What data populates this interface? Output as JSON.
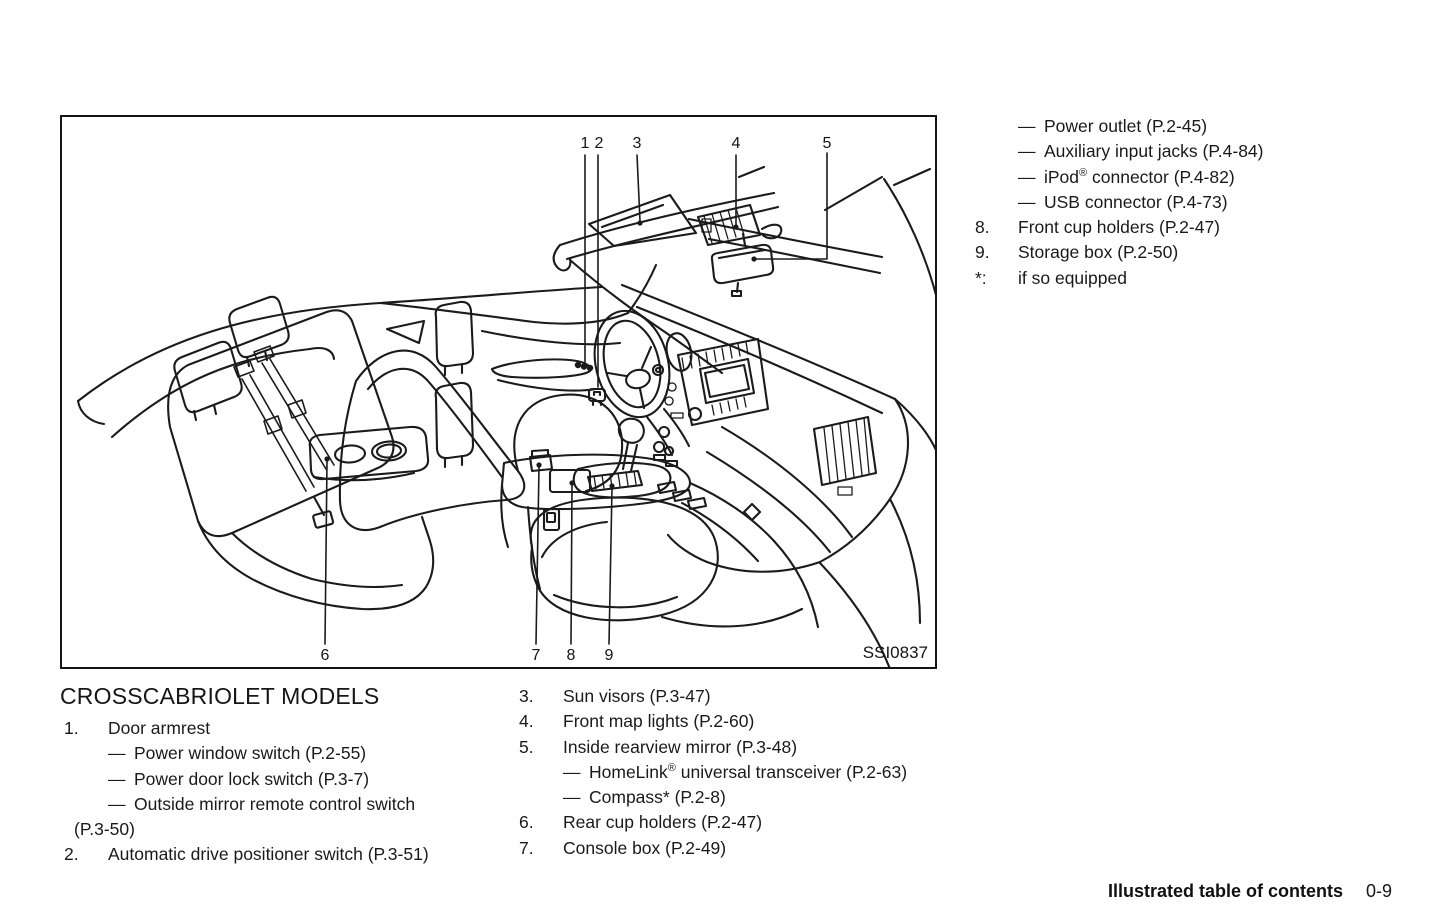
{
  "colors": {
    "background": "#ffffff",
    "ink": "#1a1a1a"
  },
  "glyphs": {
    "dash": "—"
  },
  "figure": {
    "image_code": "SSI0837",
    "callouts": [
      "1",
      "2",
      "3",
      "4",
      "5",
      "6",
      "7",
      "8",
      "9"
    ]
  },
  "sections": {
    "left": {
      "heading": "CROSSCABRIOLET MODELS",
      "items": [
        {
          "num": "1.",
          "text": "Door armrest"
        },
        {
          "dash": true,
          "text": "Power window switch (P.2-55)"
        },
        {
          "dash": true,
          "text": "Power door lock switch (P.3-7)"
        },
        {
          "dash": true,
          "text": "Outside mirror remote control switch"
        },
        {
          "cont": true,
          "text": "(P.3-50)"
        },
        {
          "num": "2.",
          "text": "Automatic drive positioner switch (P.3-51)"
        }
      ]
    },
    "middle": {
      "items": [
        {
          "num": "3.",
          "text": "Sun visors (P.3-47)"
        },
        {
          "num": "4.",
          "text": "Front map lights (P.2-60)"
        },
        {
          "num": "5.",
          "text": "Inside rearview mirror (P.3-48)"
        },
        {
          "dash": true,
          "pre": "HomeLink",
          "sup": "®",
          "post": " universal transceiver (P.2-63)"
        },
        {
          "dash": true,
          "text": "Compass* (P.2-8)"
        },
        {
          "num": "6.",
          "text": "Rear cup holders (P.2-47)"
        },
        {
          "num": "7.",
          "text": "Console box (P.2-49)"
        }
      ]
    },
    "right": {
      "items": [
        {
          "dash": true,
          "text": "Power outlet (P.2-45)"
        },
        {
          "dash": true,
          "text": "Auxiliary input jacks (P.4-84)"
        },
        {
          "dash": true,
          "pre": "iPod",
          "sup": "®",
          "post": " connector (P.4-82)"
        },
        {
          "dash": true,
          "text": "USB connector (P.4-73)"
        },
        {
          "num": "8.",
          "text": "Front cup holders (P.2-47)"
        },
        {
          "num": "9.",
          "text": "Storage box (P.2-50)"
        },
        {
          "num": "*:",
          "text": "if so equipped"
        }
      ]
    }
  },
  "page": {
    "footer": {
      "label": "Illustrated table of contents",
      "page_number": "0-9"
    }
  }
}
